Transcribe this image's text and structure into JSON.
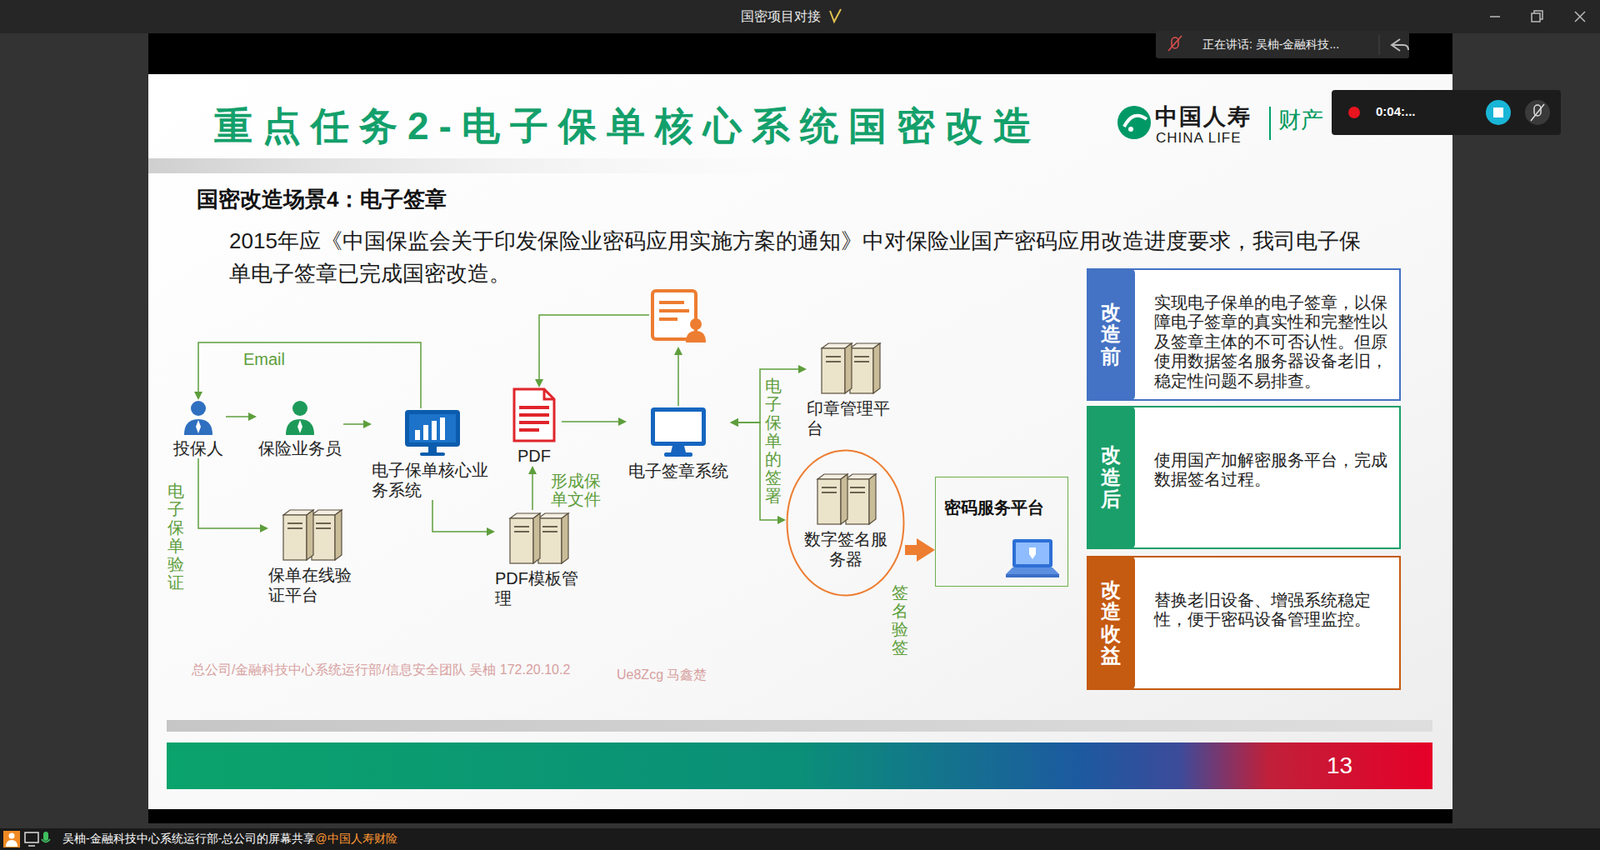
{
  "diagram": {
    "title": "重点任务2-电子保单核心系统国密改造",
    "nodes": [
      {
        "text": [
          "投保人"
        ]
      },
      {
        "text": [
          "保险业务员"
        ]
      },
      {
        "text": [
          "电子保单核心业务系统"
        ]
      },
      {
        "text": [
          "PDF"
        ]
      },
      {
        "text": [
          "电子签章系统"
        ]
      },
      {
        "text": [
          "印章管理平台"
        ]
      },
      {
        "text": [
          "数字签名服务器"
        ]
      },
      {
        "text": [
          "密码服务平台"
        ]
      },
      {
        "text": [
          "保单在线验证平台"
        ]
      },
      {
        "text": [
          "PDF模板管理"
        ]
      },
      {
        "text": [
          "改造前",
          "实现电子保单的电子签章，以保障电子签章的真实性和完整性以及签章主体的不可否认性。但原使用数据签名服务器设备老旧，稳定性问题不易排查。"
        ]
      },
      {
        "text": [
          "改造后",
          "使用国产加解密服务平台，完成数据签名过程。"
        ]
      },
      {
        "text": [
          "改造收益",
          "替换老旧设备、增强系统稳定性，便于密码设备管理监控。"
        ]
      }
    ],
    "edges": [
      {
        "from": 0,
        "to": 1,
        "arrow": "to"
      },
      {
        "from": 1,
        "to": 2,
        "arrow": "to"
      },
      {
        "from": 2,
        "to": 0,
        "arrow": "to",
        "label": "Email"
      },
      {
        "from": 0,
        "to": 8,
        "arrow": "to",
        "label": "电子保单验证"
      },
      {
        "from": 2,
        "to": 9,
        "arrow": "to"
      },
      {
        "from": 9,
        "to": 3,
        "arrow": "to",
        "label": "形成保单文件"
      },
      {
        "from": 3,
        "to": 4,
        "arrow": "to"
      },
      {
        "from": 4,
        "to": 5,
        "arrow": "both",
        "label": "电子保单的签署"
      },
      {
        "from": 4,
        "to": 6,
        "arrow": "both"
      },
      {
        "from": 6,
        "to": 7,
        "arrow": "to",
        "label": "签名验签"
      }
    ],
    "labels": [
      "国密项目对接",
      "正在讲话: 吴柚-金融科技...",
      "0:04:...",
      "国密改造场景4：电子签章",
      "2015年应《中国保监会关于印发保险业密码应用实施方案的通知》中对保险业国产密码应用改造进度要求，我司电子保单电子签章已完成国密改造。",
      "中国人寿",
      "CHINA LIFE",
      "财产",
      "总公司/金融科技中心系统运行部/信息安全团队 吴柚 172.20.10.2",
      "Ue8Zcg 马鑫楚",
      "13",
      "吴柚-金融科技中心系统运行部-总公司的屏幕共享",
      "@中国人寿财险"
    ]
  }
}
